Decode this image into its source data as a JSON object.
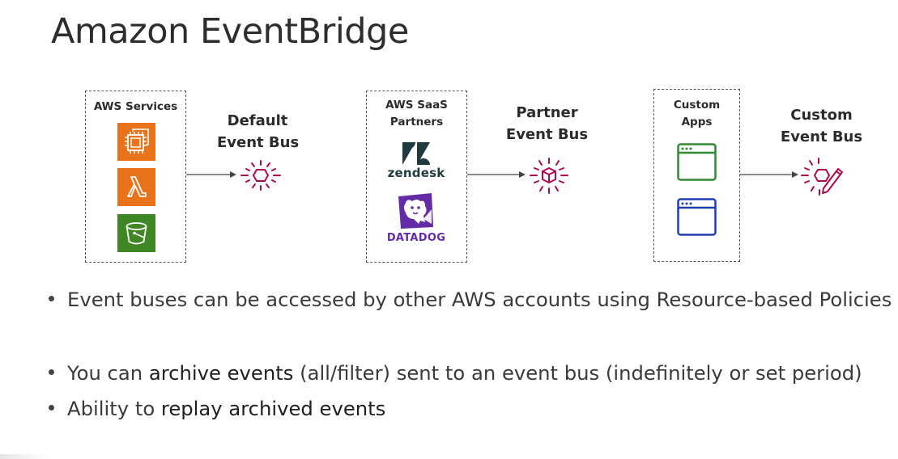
{
  "title": "Amazon EventBridge",
  "groups": [
    {
      "box_label": "AWS Services",
      "bus_label_line1": "Default",
      "bus_label_line2": "Event Bus",
      "icons": [
        "ec2-icon",
        "lambda-icon",
        "s3-bucket-icon"
      ],
      "bus_icon": "event-bus-icon"
    },
    {
      "box_label_line1": "AWS SaaS",
      "box_label_line2": "Partners",
      "bus_label_line1": "Partner",
      "bus_label_line2": "Event Bus",
      "logos": [
        {
          "name": "zendesk",
          "text": "zendesk"
        },
        {
          "name": "datadog",
          "text": "DATADOG"
        }
      ],
      "bus_icon": "partner-event-bus-icon"
    },
    {
      "box_label_line1": "Custom",
      "box_label_line2": "Apps",
      "bus_label_line1": "Custom",
      "bus_label_line2": "Event Bus",
      "icons": [
        "app-window-icon",
        "app-window-icon"
      ],
      "bus_icon": "custom-event-bus-icon"
    }
  ],
  "colors": {
    "ec2": "#e8731a",
    "lambda": "#e8731a",
    "s3": "#3f8624",
    "event_bus": "#b0084d",
    "app_green": "#2f8a34",
    "app_blue": "#1f3fb3",
    "zendesk": "#1f3b3d",
    "datadog": "#632ca6"
  },
  "bullets": [
    {
      "segments": [
        {
          "text": "Event buses can be accessed by other AWS accounts using Resource-based Policies",
          "emphasis": false
        }
      ]
    },
    {
      "segments": [
        {
          "text": "You can ",
          "emphasis": false
        },
        {
          "text": "archive events",
          "emphasis": true
        },
        {
          "text": " (all/filter) sent to an event bus (indefinitely or set period)",
          "emphasis": false
        }
      ]
    },
    {
      "segments": [
        {
          "text": "Ability to ",
          "emphasis": false
        },
        {
          "text": "replay archived events",
          "emphasis": true
        }
      ]
    }
  ]
}
